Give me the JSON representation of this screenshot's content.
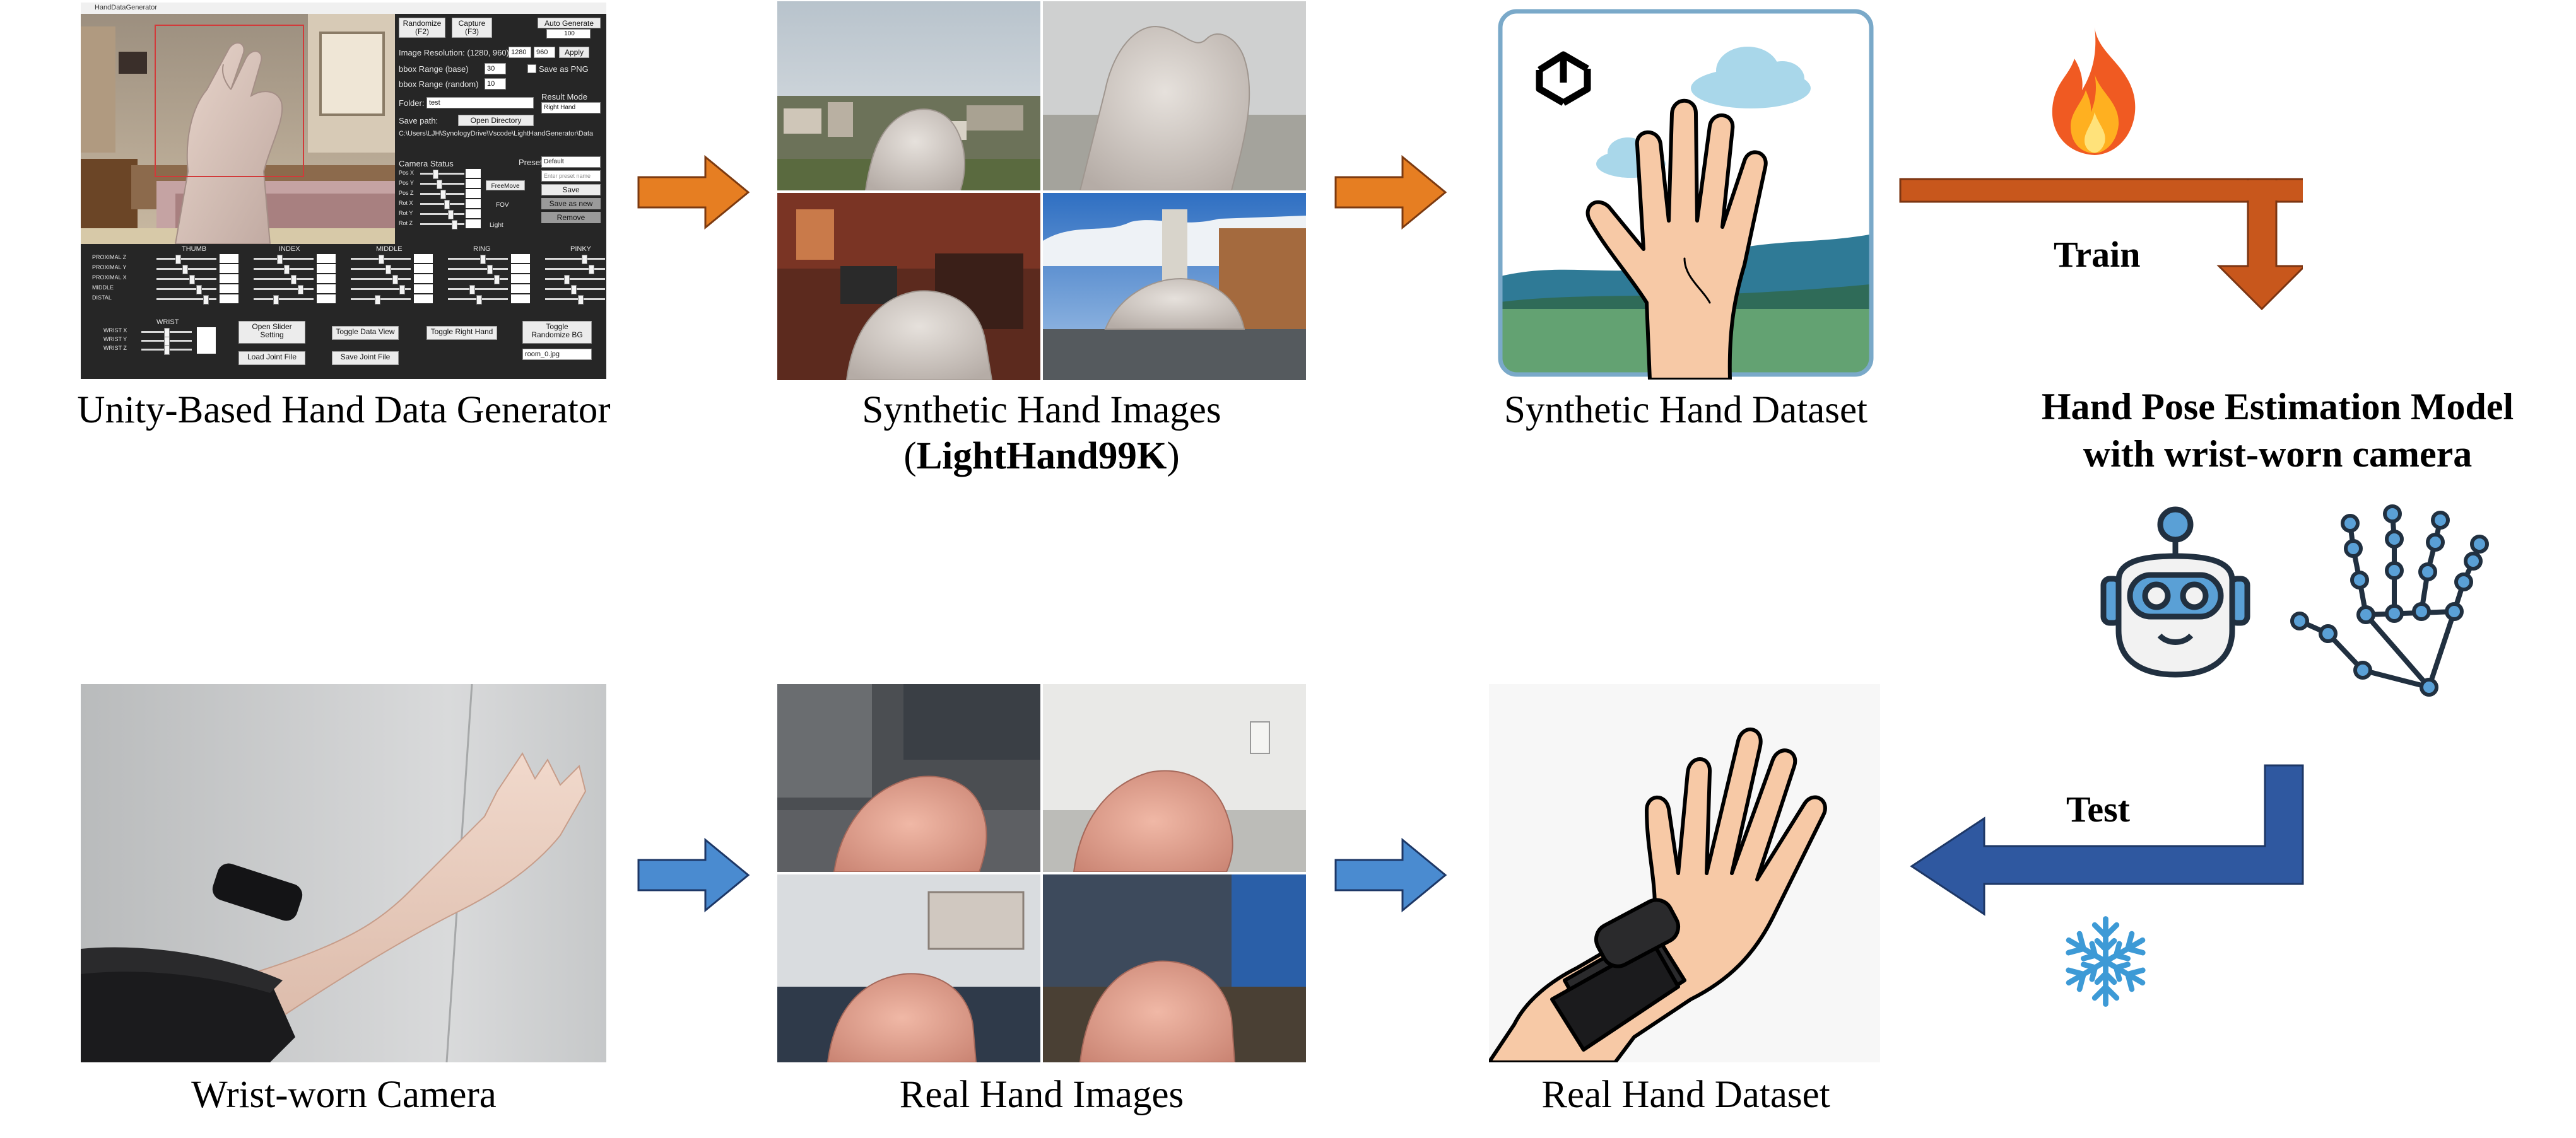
{
  "captions": {
    "generator": "Unity-Based Hand Data Generator",
    "synthetic_images_line1": "Synthetic Hand Images",
    "synthetic_images_line2_open": "(",
    "synthetic_images_line2_bold": "LightHand99K",
    "synthetic_images_line2_close": ")",
    "synthetic_dataset": "Synthetic Hand Dataset",
    "model_line1": "Hand Pose Estimation Model",
    "model_line2": "with wrist-worn camera",
    "camera": "Wrist-worn Camera",
    "real_images": "Real Hand Images",
    "real_dataset": "Real Hand Dataset"
  },
  "flow_labels": {
    "train": "Train",
    "test": "Test"
  },
  "unity_ui": {
    "window_title": "HandDataGenerator",
    "randomize": "Randomize\n(F2)",
    "capture": "Capture\n(F3)",
    "auto_generate": "Auto Generate",
    "auto_generate_count": "100",
    "image_resolution_label": "Image Resolution: (1280, 960)",
    "res_w": "1280",
    "res_h": "960",
    "apply": "Apply",
    "bbox_base_label": "bbox Range (base)",
    "bbox_base": "30",
    "save_png": "Save as PNG",
    "bbox_random_label": "bbox Range (random)",
    "bbox_random": "10",
    "folder_label": "Folder:",
    "folder_value": "test",
    "result_mode_label": "Result Mode",
    "result_mode_value": "Right Hand",
    "save_path_label": "Save path:",
    "open_directory": "Open Directory",
    "save_path_value": "C:\\Users\\LJH\\SynologyDrive\\Vscode\\LightHandGenerator\\Data",
    "camera_status": "Camera Status",
    "preset_label": "Preset",
    "preset_value": "Default",
    "preset_name_placeholder": "Enter preset name",
    "save": "Save",
    "save_as_new": "Save as new",
    "remove": "Remove",
    "pos_labels": [
      "Pos X",
      "Pos Y",
      "Pos Z",
      "Rot X",
      "Rot Y",
      "Rot Z"
    ],
    "free_move": "FreeMove",
    "fov_label": "FOV",
    "light_label": "Light",
    "fingers": [
      "THUMB",
      "INDEX",
      "MIDDLE",
      "RING",
      "PINKY"
    ],
    "joint_rows": [
      "PROXIMAL Z",
      "PROXIMAL Y",
      "PROXIMAL X",
      "MIDDLE",
      "DISTAL"
    ],
    "wrist_label": "WRIST",
    "wrist_rows": [
      "WRIST X",
      "WRIST Y",
      "WRIST Z"
    ],
    "open_slider_setting": "Open Slider\nSetting",
    "toggle_data_view": "Toggle Data View",
    "toggle_right_hand": "Toggle Right Hand",
    "toggle_randomize_bg": "Toggle\nRandomize BG",
    "load_joint_file": "Load Joint File",
    "save_joint_file": "Save Joint File",
    "bg_select": "room_0.jpg"
  },
  "colors": {
    "synthetic_arrow": "#e67e22",
    "real_arrow": "#4a8bd0",
    "train_arrow": "#c8571c",
    "test_arrow": "#2f58a0"
  },
  "icons": [
    "unity-logo-icon",
    "fire-icon",
    "snowflake-icon",
    "robot-icon",
    "hand-skeleton-icon"
  ]
}
